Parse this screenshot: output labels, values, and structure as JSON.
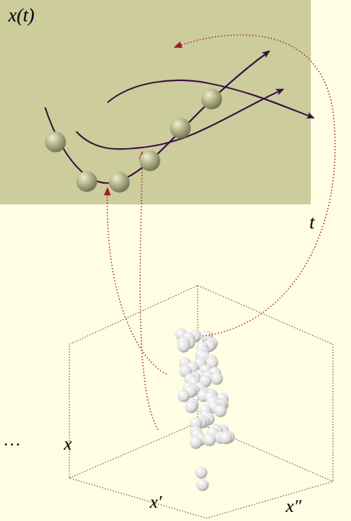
{
  "diagram": {
    "nodes": [
      {
        "text": [
          "x(t)"
        ]
      }
    ],
    "labels": [
      "t",
      "…",
      "x",
      "x′",
      "x″"
    ]
  }
}
